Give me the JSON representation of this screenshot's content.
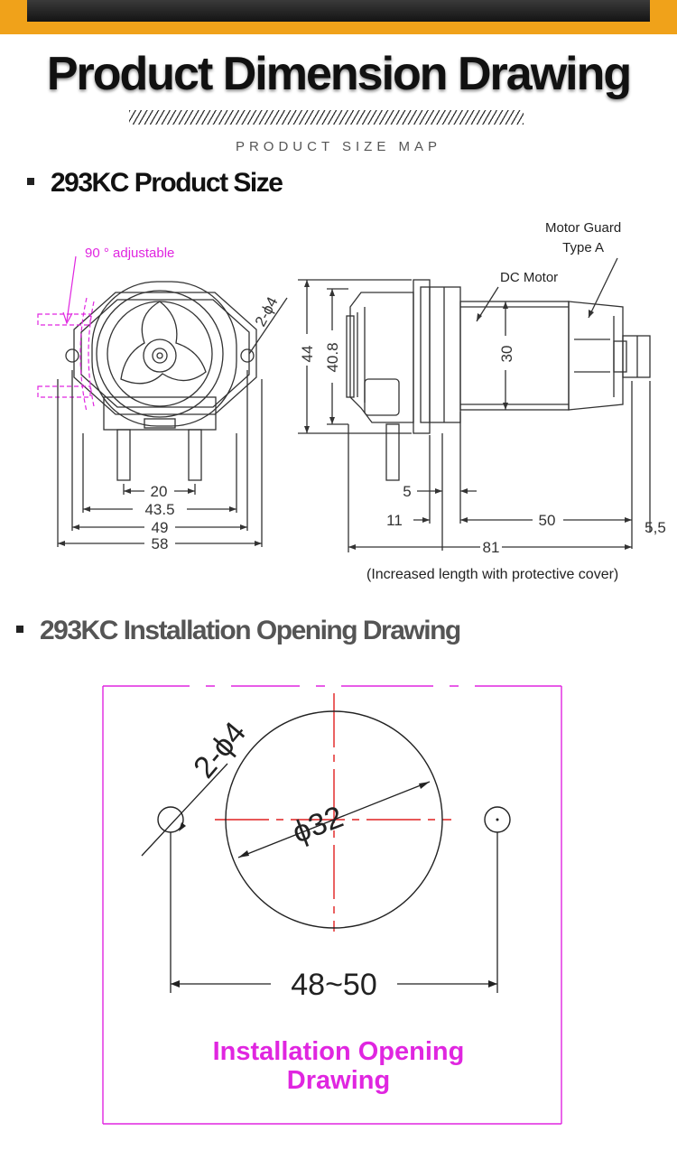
{
  "header": {
    "title": "Product Dimension Drawing",
    "subtitle": "PRODUCT SIZE MAP"
  },
  "section1": {
    "title": "293KC Product Size",
    "labels": {
      "adjustable": "90 ° adjustable",
      "motor_guard_line1": "Motor Guard",
      "motor_guard_line2": "Type A",
      "dc_motor": "DC Motor",
      "note": "(Increased length with protective cover)"
    },
    "front_dims": {
      "holes": "2-ϕ4",
      "d20": "20",
      "d43_5": "43.5",
      "d49": "49",
      "d58": "58"
    },
    "side_dims": {
      "d44": "44",
      "d40_8": "40.8",
      "d30": "30",
      "d5": "5",
      "d11": "11",
      "d50": "50",
      "d5_5": "5,5",
      "d81": "81"
    }
  },
  "section2": {
    "title": "293KC Installation Opening Drawing",
    "dims": {
      "holes": "2-ϕ4",
      "circle": "ϕ32",
      "spacing": "48~50"
    },
    "caption_line1": "Installation Opening",
    "caption_line2": "Drawing",
    "accent": "#e026e0"
  },
  "colors": {
    "accent_orange": "#f0a21a",
    "magenta": "#e026e0",
    "red": "#e02020"
  }
}
